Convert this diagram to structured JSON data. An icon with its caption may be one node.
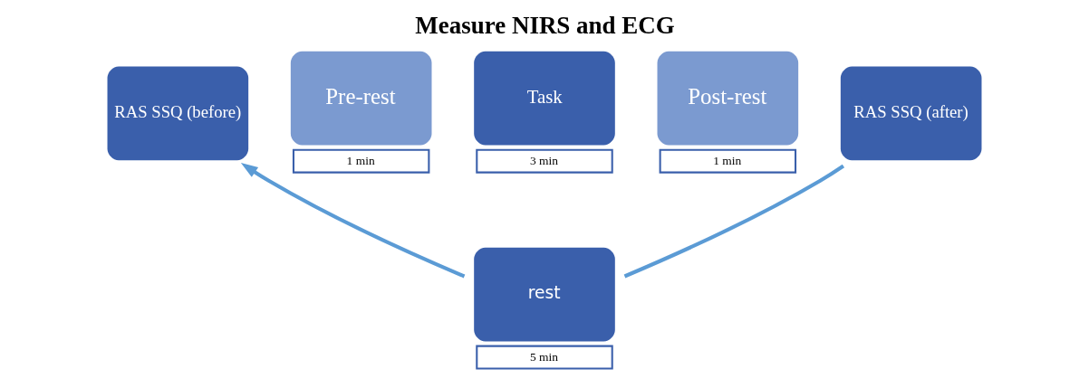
{
  "diagram": {
    "title": "Measure NIRS and ECG",
    "nodes": [
      {
        "text": [
          "RAS SSQ (before)"
        ]
      },
      {
        "text": [
          "Pre-rest"
        ],
        "beside": [
          "1 min"
        ]
      },
      {
        "text": [
          "Task"
        ],
        "beside": [
          "3 min"
        ]
      },
      {
        "text": [
          "Post-rest"
        ],
        "beside": [
          "1 min"
        ]
      },
      {
        "text": [
          "RAS SSQ (after)"
        ]
      },
      {
        "text": [
          "rest"
        ],
        "beside": [
          "5 min"
        ]
      }
    ],
    "edges": [
      {
        "from": 4,
        "to": 5,
        "arrow": "none"
      },
      {
        "from": 5,
        "to": 0,
        "arrow": "to"
      }
    ]
  }
}
